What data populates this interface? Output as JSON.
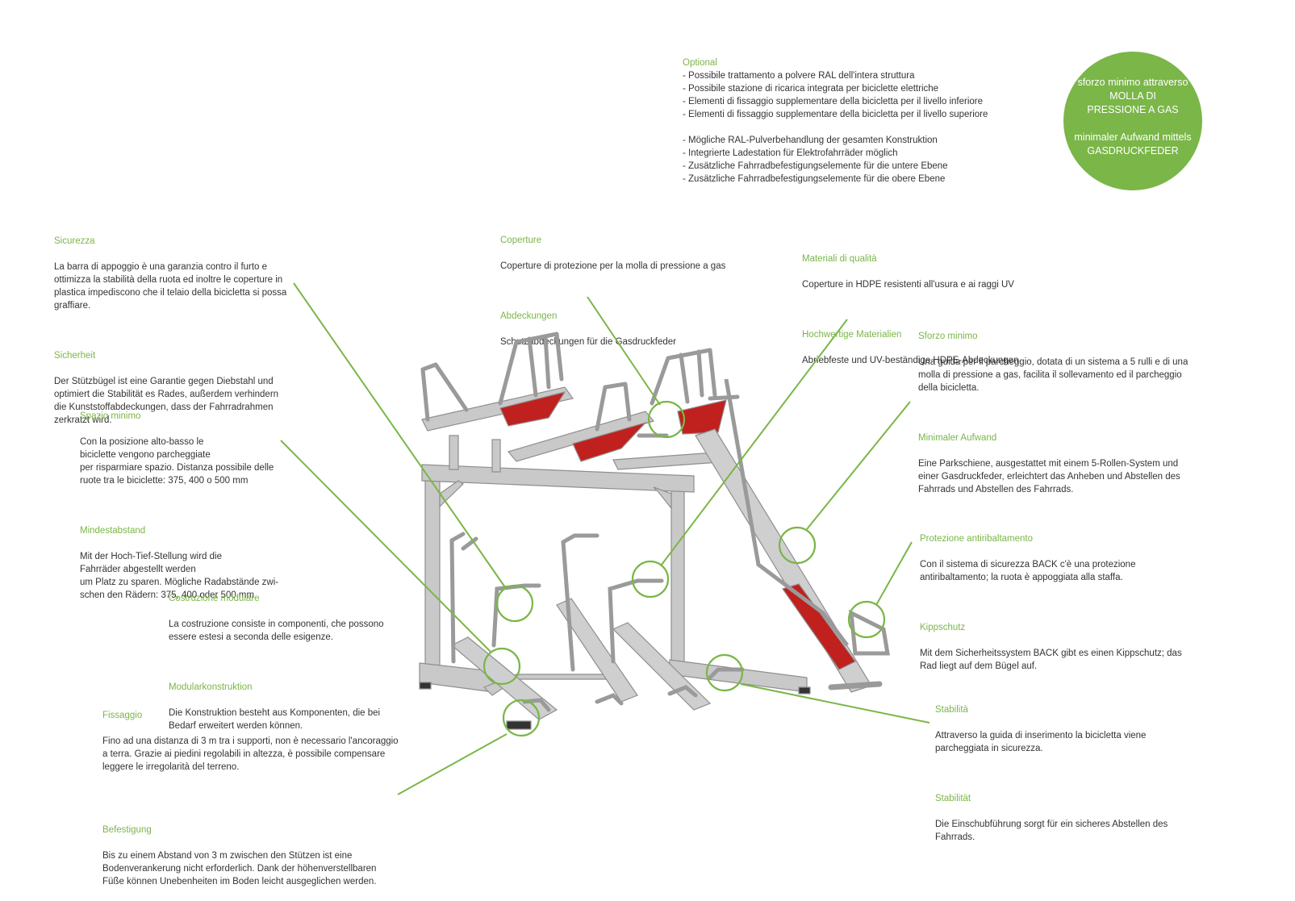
{
  "colors": {
    "accent": "#7ab648",
    "text": "#333333",
    "frame": "#9a9a9a",
    "red": "#c0201e"
  },
  "optional": {
    "heading": "Optional",
    "it": [
      "- Possibile trattamento a polvere RAL dell'intera struttura",
      "- Possibile stazione di ricarica integrata per biciclette elettriche",
      "- Elementi di fissaggio supplementare della bicicletta per il livello inferiore",
      "- Elementi di fissaggio supplementare della bicicletta per il livello superiore"
    ],
    "de": [
      "- Mögliche RAL-Pulverbehandlung der gesamten Konstruktion",
      "- Integrierte Ladestation für Elektrofahrräder möglich",
      "- Zusätzliche Fahrradbefestigungselemente für die untere Ebene",
      "- Zusätzliche Fahrradbefestigungselemente für die obere Ebene"
    ]
  },
  "circle": {
    "it_1": "sforzo minimo  attraverso",
    "it_2": "MOLLA DI",
    "it_3": "PRESSIONE A GAS",
    "de_1": "minimaler Aufwand mittels",
    "de_2": "GASDRUCKFEDER"
  },
  "sicurezza": {
    "h_it": "Sicurezza",
    "t_it": "La barra di appoggio è una garanzia contro il furto e\nottimizza la stabilità della ruota ed inoltre le coperture in\nplastica impediscono che il telaio della bicicletta si possa\ngraffiare.",
    "h_de": "Sicherheit",
    "t_de": "Der Stützbügel ist eine Garantie gegen Diebstahl und\noptimiert die Stabilität  es Rades, außerdem verhindern\ndie  Kunststoffabdeckungen, dass der Fahrradrahmen\nzerkratzt wird."
  },
  "spazio": {
    "h_it": "Spazio minimo",
    "t_it": "Con la posizione alto-basso le\nbiciclette vengono parcheggiate\nper risparmiare spazio. Distanza possibile delle\nruote tra le biciclette: 375, 400 o 500 mm",
    "h_de": "Mindestabstand",
    "t_de": "Mit der Hoch-Tief-Stellung wird die\nFahrräder abgestellt werden\num Platz zu sparen. Mögliche Radabstände zwi-\nschen den Rädern: 375, 400 oder 500 mm"
  },
  "modulare": {
    "h_it": "Costruzione modulare",
    "t_it": "La costruzione consiste in componenti, che possono\nessere estesi a seconda delle esigenze.",
    "h_de": "Modularkonstruktion",
    "t_de": "Die Konstruktion besteht aus Komponenten, die bei\nBedarf erweitert werden können."
  },
  "fissaggio": {
    "h_it": "Fissaggio",
    "t_it": "Fino ad una distanza di 3 m tra i supporti, non è necessario l'ancoraggio\na terra. Grazie ai piedini regolabili in altezza, è possibile compensare\nleggere le irregolarità del terreno.",
    "h_de": "Befestigung",
    "t_de": "Bis zu einem Abstand von 3 m zwischen den Stützen ist eine\nBodenverankerung nicht erforderlich. Dank der höhenverstellbaren\nFüße können Unebenheiten im Boden leicht ausgeglichen werden."
  },
  "coperture": {
    "h_it": "Coperture",
    "t_it": "Coperture di protezione per la molla di pressione a gas",
    "h_de": "Abdeckungen",
    "t_de": "Schutzabdeckungen für die Gasdruckfeder"
  },
  "materiali": {
    "h_it": "Materiali di qualità",
    "t_it": "Coperture in HDPE resistenti all'usura e ai raggi UV",
    "h_de": "Hochwertige Materialien",
    "t_de": "Abriebfeste und UV-beständige HDPE-Abdeckungen"
  },
  "sforzo": {
    "h_it": "Sforzo minimo",
    "t_it": "Una guida per il parcheggio, dotata di un sistema a 5 rulli e di una\nmolla di pressione a gas, facilita il sollevamento ed il parcheggio\ndella bicicletta.",
    "h_de": "Minimaler Aufwand",
    "t_de": "Eine Parkschiene, ausgestattet mit einem 5-Rollen-System und\neiner Gasdruckfeder, erleichtert das Anheben und Abstellen des\nFahrrads und Abstellen des Fahrrads."
  },
  "protezione": {
    "h_it": "Protezione antiribaltamento",
    "t_it": "Con il sistema di sicurezza BACK c'è una protezione\nantiribaltamento; la ruota è appoggiata alla staffa.",
    "h_de": "Kippschutz",
    "t_de": "Mit dem Sicherheitssystem BACK gibt es einen Kippschutz; das\nRad liegt auf dem Bügel auf."
  },
  "stabilita": {
    "h_it": "Stabilità",
    "t_it": "Attraverso la guida di inserimento la bicicletta viene\nparcheggiata in sicurezza.",
    "h_de": "Stabilität",
    "t_de": "Die Einschubführung sorgt für ein sicheres Abstellen des\nFahrrads."
  }
}
